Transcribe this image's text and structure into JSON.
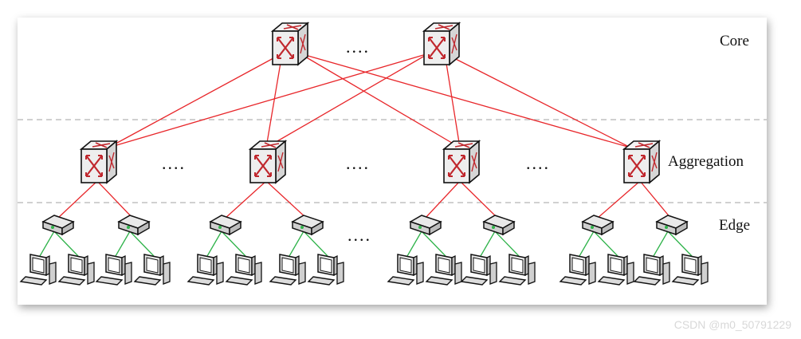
{
  "layers": {
    "core": "Core",
    "aggregation": "Aggregation",
    "edge": "Edge"
  },
  "ellipsis": "....",
  "watermark": "CSDN @m0_50791229",
  "colors": {
    "uplink": "#e8262a",
    "host_link": "#2fb34a",
    "separator": "#b5b5b5"
  },
  "icons": {
    "core_switch": "switch-cube-icon",
    "aggregation_switch": "switch-cube-icon",
    "edge_switch": "edge-switch-icon",
    "host": "computer-icon"
  }
}
